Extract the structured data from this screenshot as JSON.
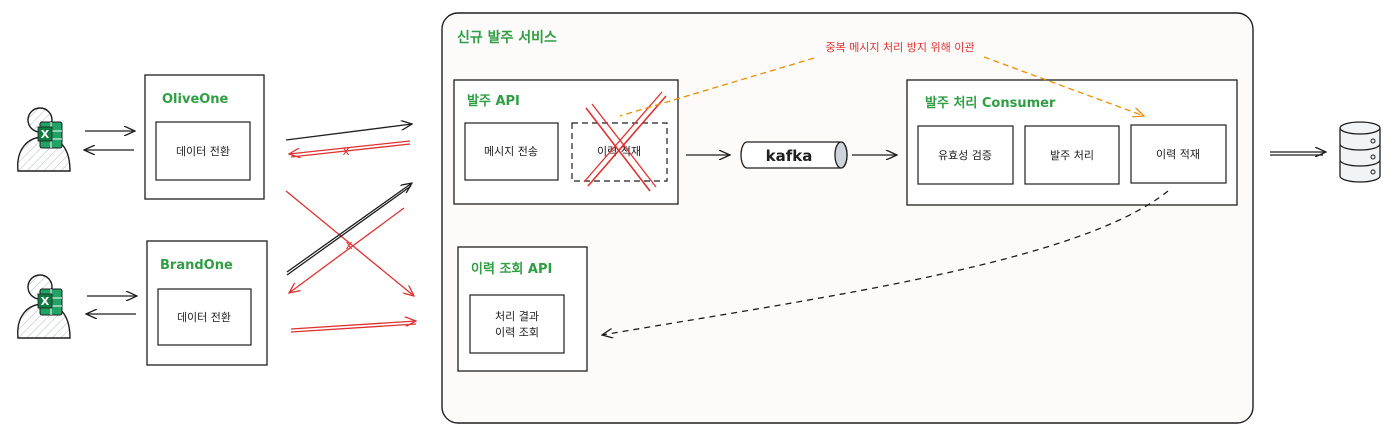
{
  "service": {
    "title": "신규 발주 서비스"
  },
  "note": {
    "text": "중복 메시지 처리 방지 위해 이관"
  },
  "sources": [
    {
      "name": "OliveOne",
      "step": "데이터 전환"
    },
    {
      "name": "BrandOne",
      "step": "데이터 전환"
    }
  ],
  "order_api": {
    "title": "발주 API",
    "send": "메시지 전송",
    "history_removed": "이력 적재"
  },
  "kafka": {
    "label": "kafka"
  },
  "consumer": {
    "title": "발주 처리 Consumer",
    "steps": [
      "유효성 검증",
      "발주 처리",
      "이력 적재"
    ]
  },
  "history_api": {
    "title": "이력 조회 API",
    "line1": "처리 결과",
    "line2": "이력 조회"
  },
  "marks": {
    "cross": "x"
  },
  "colors": {
    "green": "#2f9e44",
    "red": "#e03131",
    "orange": "#f08c00",
    "ink": "#1e1e1e"
  }
}
